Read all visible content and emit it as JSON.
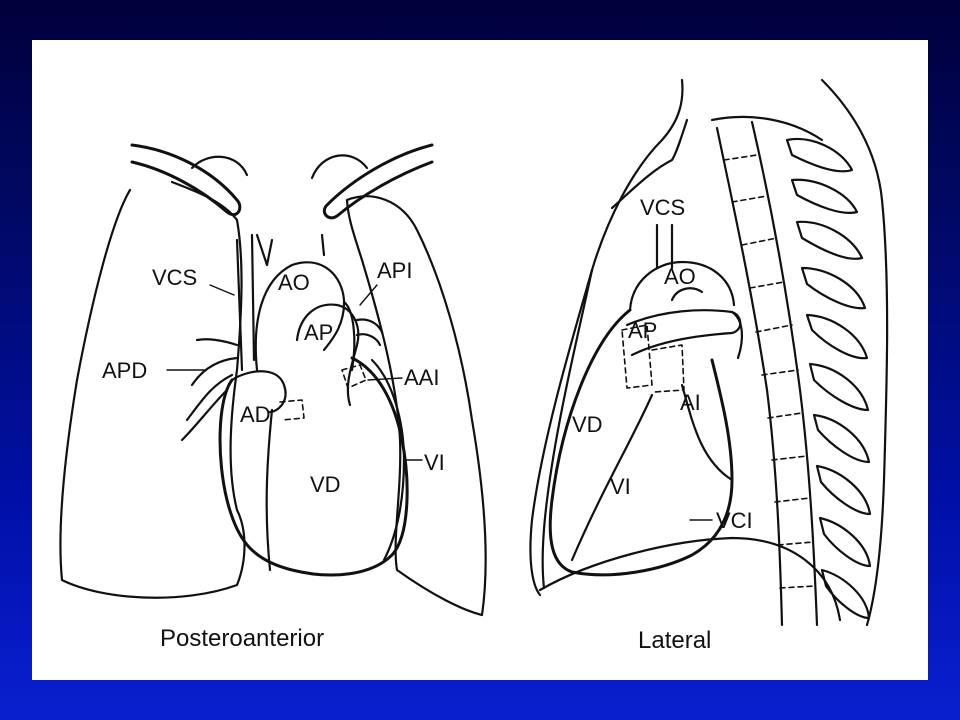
{
  "slide": {
    "background_colors": [
      "#00003a",
      "#0010a8",
      "#0a1fd0"
    ],
    "panel_color": "#ffffff"
  },
  "posteroanterior": {
    "caption": "Posteroanterior",
    "labels": {
      "vcs": "VCS",
      "ao": "AO",
      "api": "API",
      "ap": "AP",
      "apd": "APD",
      "aai": "AAI",
      "ad": "AD",
      "vd": "VD",
      "vi": "VI"
    }
  },
  "lateral": {
    "caption": "Lateral",
    "labels": {
      "vcs": "VCS",
      "ao": "AO",
      "ap": "AP",
      "vd": "VD",
      "ai": "AI",
      "vi": "VI",
      "vci": "VCI"
    }
  }
}
